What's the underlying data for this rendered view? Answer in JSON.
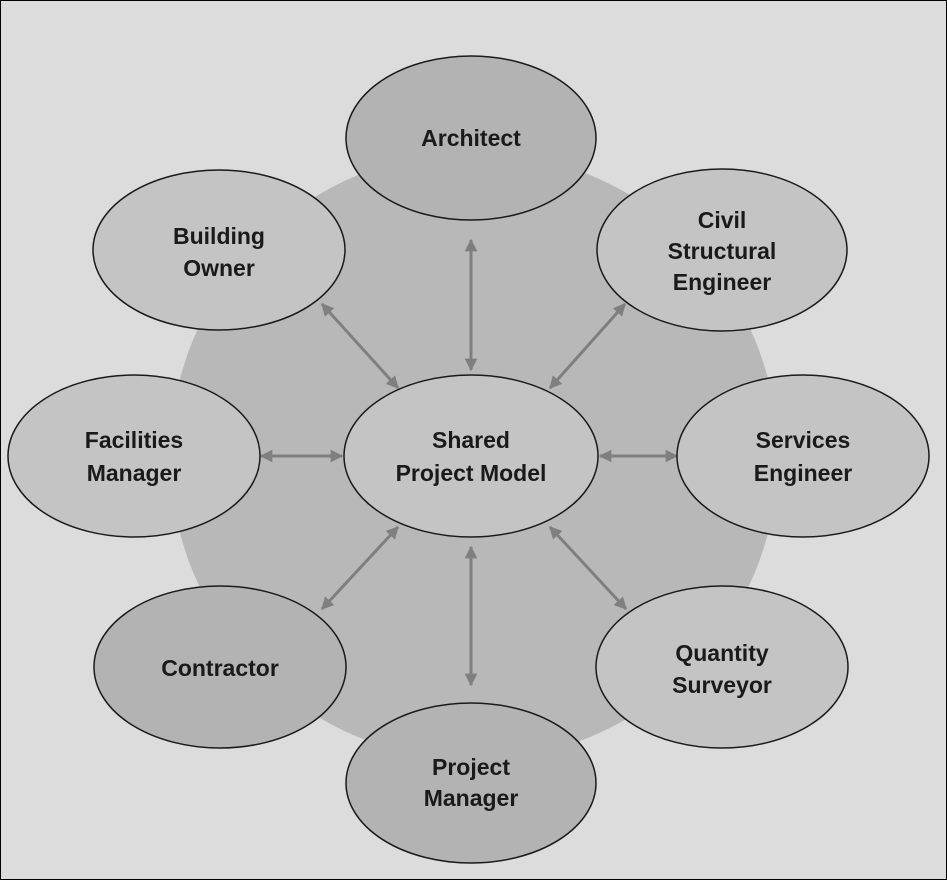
{
  "diagram": {
    "center": {
      "lines": [
        "Shared",
        "Project Model"
      ],
      "fill": "#c4c4c4"
    },
    "nodes": [
      {
        "id": "architect",
        "lines": [
          "Architect"
        ],
        "fill": "#b3b3b3"
      },
      {
        "id": "civil-structural-engineer",
        "lines": [
          "Civil",
          "Structural",
          "Engineer"
        ],
        "fill": "#c4c4c4"
      },
      {
        "id": "services-engineer",
        "lines": [
          "Services",
          "Engineer"
        ],
        "fill": "#c4c4c4"
      },
      {
        "id": "quantity-surveyor",
        "lines": [
          "Quantity",
          "Surveyor"
        ],
        "fill": "#c4c4c4"
      },
      {
        "id": "project-manager",
        "lines": [
          "Project",
          "Manager"
        ],
        "fill": "#b3b3b3"
      },
      {
        "id": "contractor",
        "lines": [
          "Contractor"
        ],
        "fill": "#b3b3b3"
      },
      {
        "id": "facilities-manager",
        "lines": [
          "Facilities",
          "Manager"
        ],
        "fill": "#c4c4c4"
      },
      {
        "id": "building-owner",
        "lines": [
          "Building",
          "Owner"
        ],
        "fill": "#c4c4c4"
      }
    ],
    "colors": {
      "background": "#dcdcdc",
      "hub_circle": "#b8b8b8",
      "ellipse_stroke": "#1a1a1a",
      "arrow": "#7f7f7f",
      "text": "#1a1a1a"
    }
  }
}
